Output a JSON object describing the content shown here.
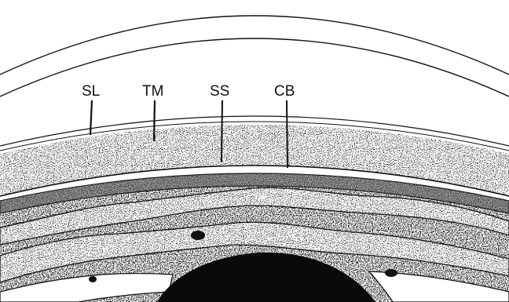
{
  "labels": {
    "sl": "SL",
    "tm": "TM",
    "ss": "SS",
    "cb": "CB"
  },
  "colors": {
    "ink": "#111111",
    "paper": "#ffffff",
    "band": "#bdbdbd",
    "pupil": "#0a0a0a"
  }
}
